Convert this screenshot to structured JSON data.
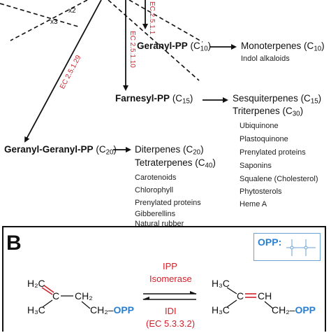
{
  "colors": {
    "ec": "#d0202a",
    "blue": "#2a7fd0",
    "structure": "#6ba2d6"
  },
  "panel_a": {
    "multipliers": {
      "x2": "x2",
      "x3": "x3"
    },
    "ec_labels": {
      "gpps": "EC 2.5.1.1",
      "fpps": "EC 2.5.1.10",
      "ggpps": "EC 2.5.1.29"
    },
    "geranyl": {
      "name": "Geranyl-PP",
      "carbon": "(C",
      "carbon_n": "10",
      "close": ")"
    },
    "farnesyl": {
      "name": "Farnesyl-PP",
      "carbon": "(C",
      "carbon_n": "15",
      "close": ")"
    },
    "ggpp": {
      "name": "Geranyl-Geranyl-PP",
      "carbon": "(C",
      "carbon_n": "20",
      "close": ")"
    },
    "mono": {
      "title": "Monoterpenes (C",
      "n": "10",
      "close": ")",
      "items": [
        "Indol alkaloids"
      ]
    },
    "sesqui": {
      "title": "Sesquiterpenes (C",
      "n": "15",
      "close": ")"
    },
    "tri": {
      "title": "Triterpenes (C",
      "n": "30",
      "close": ")",
      "items": [
        "Ubiquinone",
        "Plastoquinone",
        "Prenylated proteins",
        "Saponins",
        "Squalene (Cholesterol)",
        "Phytosterols",
        "Heme A"
      ]
    },
    "di": {
      "title": "Diterpenes (C",
      "n": "20",
      "close": ")"
    },
    "tetra": {
      "title": "Tetraterpenes (C",
      "n": "40",
      "close": ")",
      "items": [
        "Carotenoids",
        "Chlorophyll",
        "Prenylated proteins",
        "Gibberellins",
        "Natural rubber"
      ]
    }
  },
  "panel_b": {
    "label": "B",
    "opp_label": "OPP:",
    "enzyme_line1": "IPP",
    "enzyme_line2": "Isomerase",
    "enzyme_abbr": "IDI",
    "ec": "(EC 5.3.3.2)",
    "ipp": {
      "top": "H₂C",
      "mid": "C",
      "ch2": "CH₂",
      "me": "H₃C",
      "tail": "CH₂–",
      "opp": "OPP"
    },
    "dmapp": {
      "h3c_top": "H₃C",
      "ch": "CH",
      "c": "C",
      "h3c_bottom": "H₃C",
      "tail": "CH₂–",
      "opp": "OPP"
    }
  }
}
